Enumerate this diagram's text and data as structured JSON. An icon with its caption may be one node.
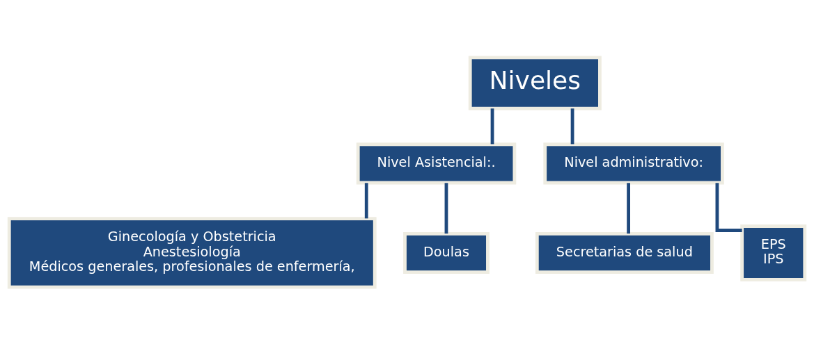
{
  "diagram": {
    "nodes": [
      {
        "text": [
          "Niveles"
        ]
      },
      {
        "text": [
          "Nivel Asistencial:."
        ]
      },
      {
        "text": [
          "Nivel administrativo:"
        ]
      },
      {
        "text": [
          "Ginecología y Obstetricia",
          "Anestesiología",
          "Médicos generales, profesionales de enfermería,"
        ]
      },
      {
        "text": [
          "Doulas"
        ]
      },
      {
        "text": [
          "Secretarias de salud"
        ]
      },
      {
        "text": [
          "EPS",
          "IPS"
        ]
      }
    ],
    "edges": [
      {
        "from": 0,
        "to": 1,
        "arrow": "none"
      },
      {
        "from": 0,
        "to": 2,
        "arrow": "none"
      },
      {
        "from": 1,
        "to": 3,
        "arrow": "none"
      },
      {
        "from": 1,
        "to": 4,
        "arrow": "none"
      },
      {
        "from": 2,
        "to": 5,
        "arrow": "none"
      },
      {
        "from": 2,
        "to": 6,
        "arrow": "none"
      }
    ]
  }
}
